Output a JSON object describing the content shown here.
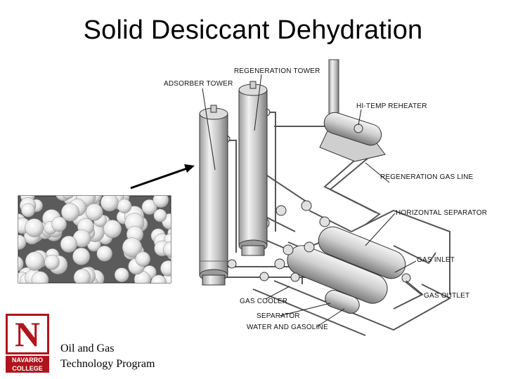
{
  "title": "Solid Desiccant Dehydration",
  "labels": {
    "regeneration_tower": "REGENERATION TOWER",
    "adsorber_tower": "ADSORBER TOWER",
    "hi_temp_reheater": "HI-TEMP REHEATER",
    "regeneration_gas_line": "REGENERATION GAS LINE",
    "horizontal_separator": "HORIZONTAL SEPARATOR",
    "gas_inlet": "GAS INLET",
    "gas_outlet": "GAS OUTLET",
    "gas_cooler": "GAS COOLER",
    "separator": "SEPARATOR",
    "water_and_gasoline": "WATER AND GASOLINE"
  },
  "footer": {
    "line1": "Oil and Gas",
    "line2": "Technology Program"
  },
  "logo": {
    "letter": "N",
    "line1": "NAVARRO",
    "line2": "COLLEGE",
    "color": "#b1141c"
  }
}
